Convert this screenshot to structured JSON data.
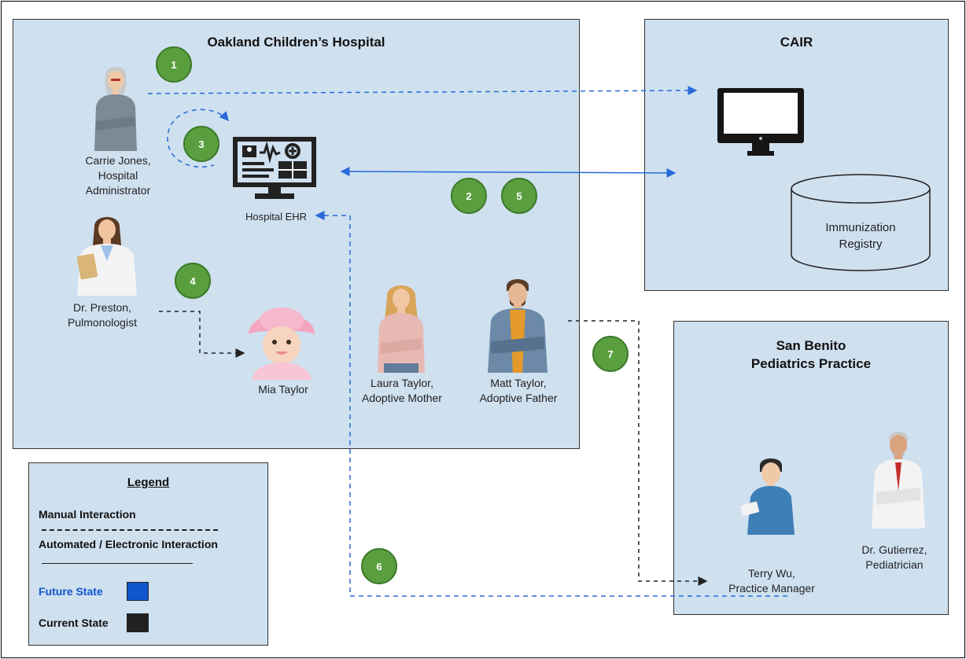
{
  "oakland": {
    "title": "Oakland Children’s Hospital"
  },
  "cair": {
    "title": "CAIR",
    "registry_line1": "Immunization",
    "registry_line2": "Registry"
  },
  "sanbenito": {
    "title_line1": "San Benito",
    "title_line2": "Pediatrics Practice"
  },
  "people": {
    "carrie": {
      "line1": "Carrie Jones,",
      "line2": "Hospital",
      "line3": "Administrator"
    },
    "ehr": {
      "label": "Hospital EHR"
    },
    "preston": {
      "line1": "Dr. Preston,",
      "line2": "Pulmonologist"
    },
    "mia": {
      "line1": "Mia Taylor"
    },
    "laura": {
      "line1": "Laura Taylor,",
      "line2": "Adoptive Mother"
    },
    "matt": {
      "line1": "Matt Taylor,",
      "line2": "Adoptive Father"
    },
    "terry": {
      "line1": "Terry Wu,",
      "line2": "Practice Manager"
    },
    "gutierrez": {
      "line1": "Dr. Gutierrez,",
      "line2": "Pediatrician"
    }
  },
  "steps": [
    "1",
    "2",
    "3",
    "4",
    "5",
    "6",
    "7"
  ],
  "legend": {
    "title": "Legend",
    "manual": "Manual  Interaction",
    "automated": "Automated / Electronic Interaction",
    "future": "Future State",
    "current": "Current State",
    "future_color": "#1155cc",
    "current_color": "#222222"
  },
  "colors": {
    "box_fill": "#cfe0ef",
    "step_fill": "#5a9f3f",
    "future_line": "#2a6ad8",
    "current_line": "#222222"
  }
}
